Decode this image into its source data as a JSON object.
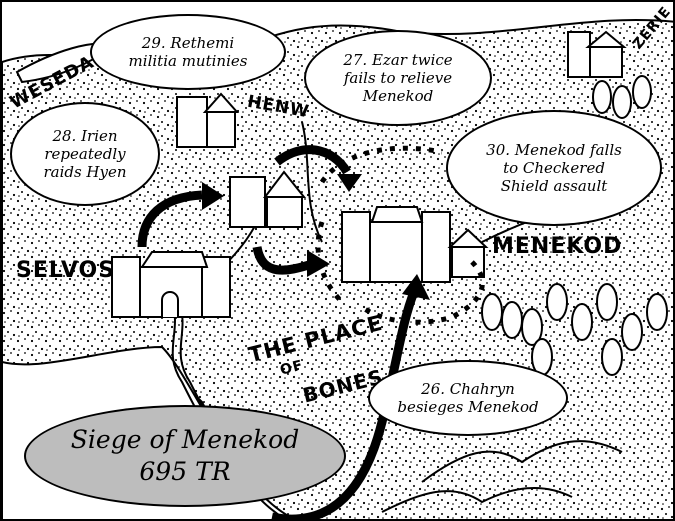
{
  "title": {
    "line1": "Siege of Menekod",
    "line2": "695 TR",
    "fill": "#bdbdbd"
  },
  "events": [
    {
      "id": 26,
      "lines": [
        "26. Chahryn",
        "besieges Menekod"
      ]
    },
    {
      "id": 27,
      "lines": [
        "27. Ezar twice",
        "fails to relieve",
        "Menekod"
      ]
    },
    {
      "id": 28,
      "lines": [
        "28. Irien",
        "repeatedly",
        "raids Hyen"
      ]
    },
    {
      "id": 29,
      "lines": [
        "29. Rethemi",
        "militia mutinies"
      ]
    },
    {
      "id": 30,
      "lines": [
        "30. Menekod falls",
        "to Checkered",
        "Shield assault"
      ]
    }
  ],
  "places": {
    "selvos": "SELVOS",
    "menekod": "MENEKOD",
    "place_of_bones_1": "THE PLACE",
    "place_of_bones_2": "OF",
    "place_of_bones_3": "BONES",
    "weseda": "WESEDA",
    "hyen": "HENW",
    "zerie": "ZERIE"
  },
  "colors": {
    "ink": "#000000",
    "paper": "#ffffff",
    "title_fill": "#bdbdbd"
  }
}
